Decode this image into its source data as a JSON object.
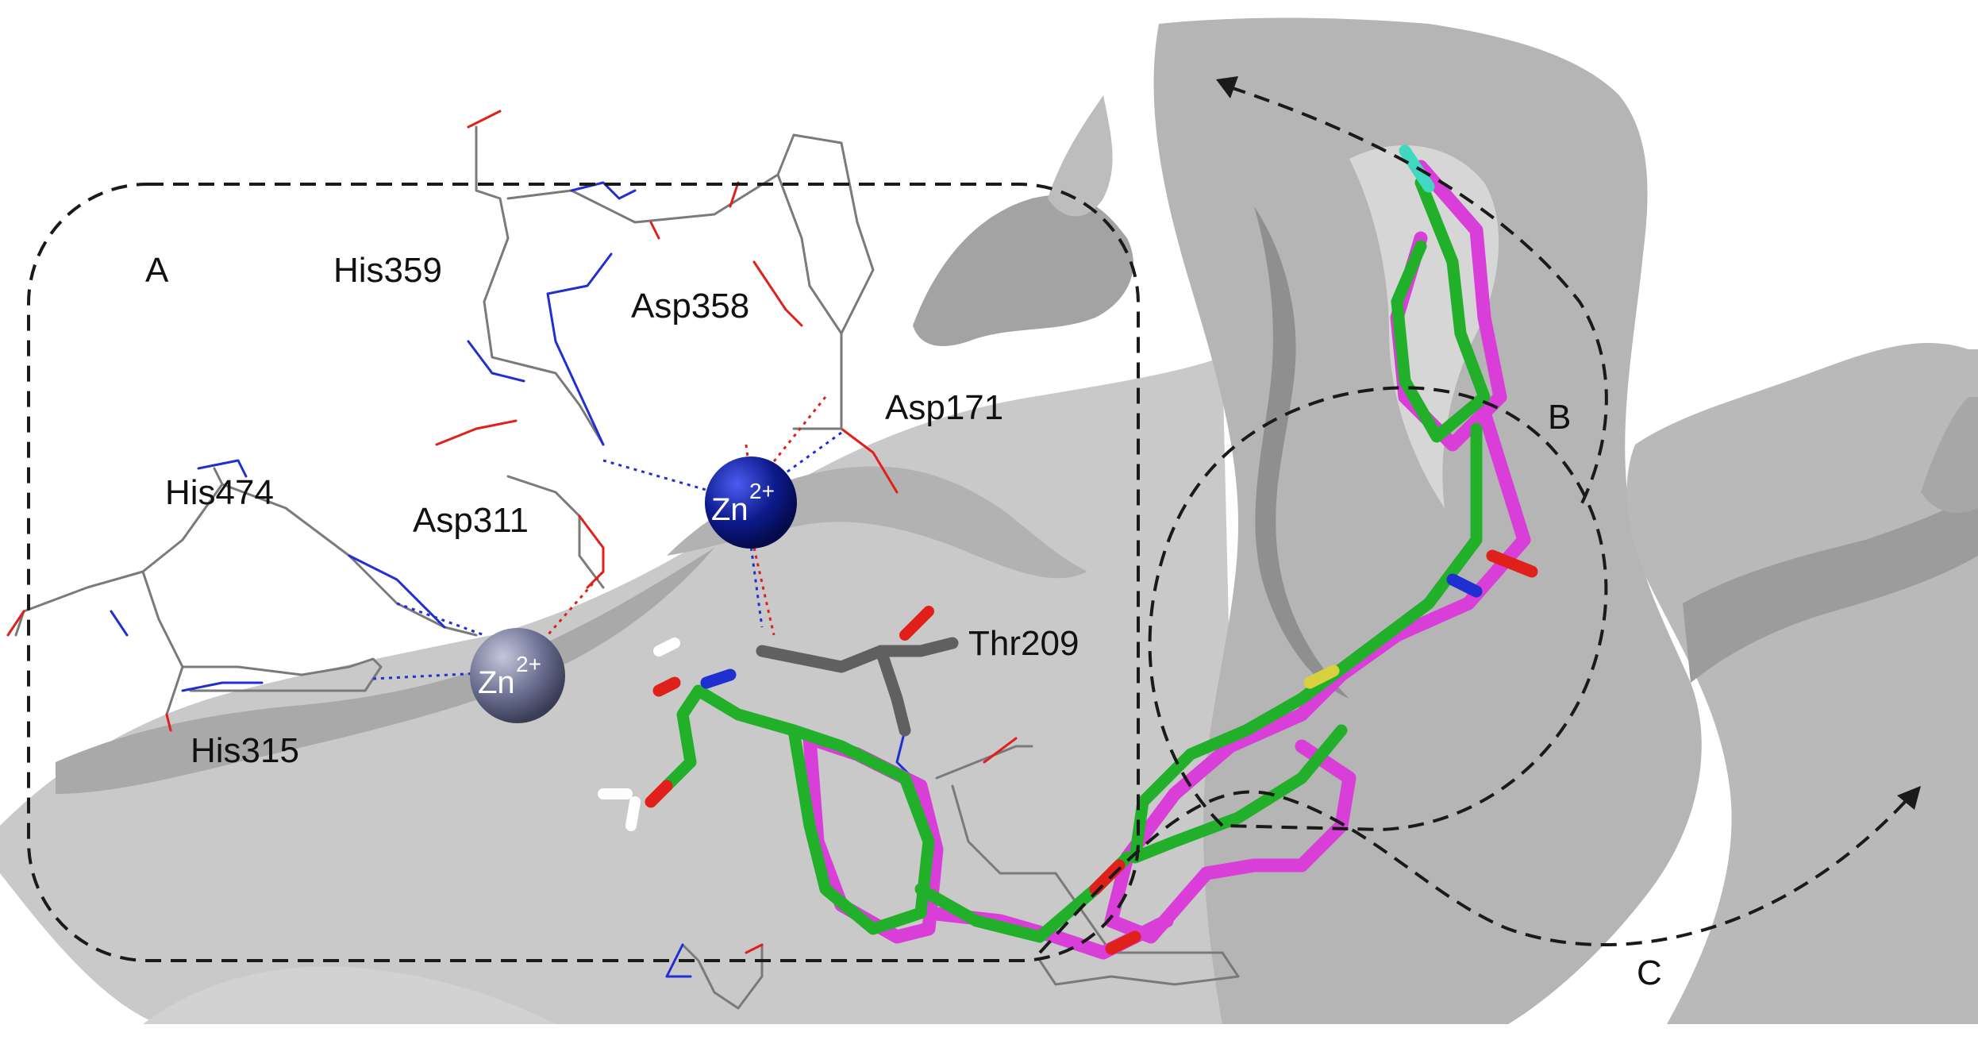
{
  "labels": {
    "region_a": "A",
    "region_b": "B",
    "region_c": "C",
    "his359": "His359",
    "asp358": "Asp358",
    "asp171": "Asp171",
    "his474": "His474",
    "asp311": "Asp311",
    "thr209": "Thr209",
    "his315": "His315"
  },
  "zinc_ions": [
    {
      "symbol": "Zn",
      "charge": "2+"
    },
    {
      "symbol": "Zn",
      "charge": "2+"
    }
  ],
  "colors": {
    "surface": "#b8b8b8",
    "surface_dark": "#8f8f8f",
    "ligand_green": "#22b02a",
    "ligand_magenta": "#d93ed9",
    "thr_grey": "#606060",
    "zinc_blue": "#0d1a8c",
    "zinc_grey": "#6b7092",
    "oxygen": "#e0201a",
    "nitrogen": "#2030d0",
    "fluorine": "#40d8c0",
    "sulfur": "#d8d040"
  }
}
